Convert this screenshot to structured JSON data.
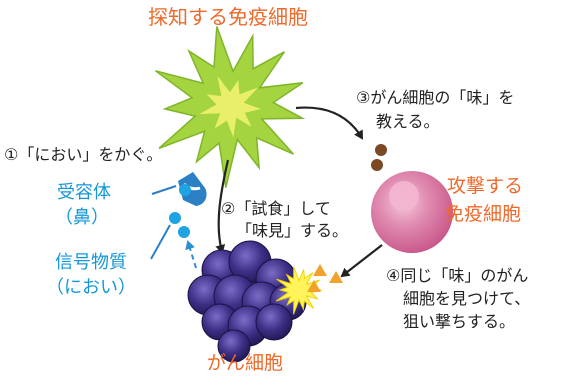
{
  "title": "探知する免疫細胞",
  "labels": {
    "attacker_line1": "攻撃する",
    "attacker_line2": "免疫細胞",
    "cancer": "がん細胞",
    "receptor_line1": "受容体",
    "receptor_line2": "（鼻）",
    "signal_line1": "信号物質",
    "signal_line2": "（におい）"
  },
  "steps": [
    {
      "lines": [
        "①「におい」をかぐ。"
      ]
    },
    {
      "lines": [
        "②「試食」して",
        "「味見」する。"
      ]
    },
    {
      "lines": [
        "③がん細胞の「味」を",
        "教える。"
      ]
    },
    {
      "lines": [
        "④同じ「味」のがん",
        "細胞を見つけて、",
        "狙い撃ちする。"
      ]
    }
  ],
  "colors": {
    "label_orange": "#ef6a2a",
    "label_blue": "#1597d7",
    "detector_cell": "#9fd23f",
    "attacker_cell": "#d97aa3",
    "cancer_cell": "#3a2f7a",
    "receptor": "#2b7fc4"
  }
}
